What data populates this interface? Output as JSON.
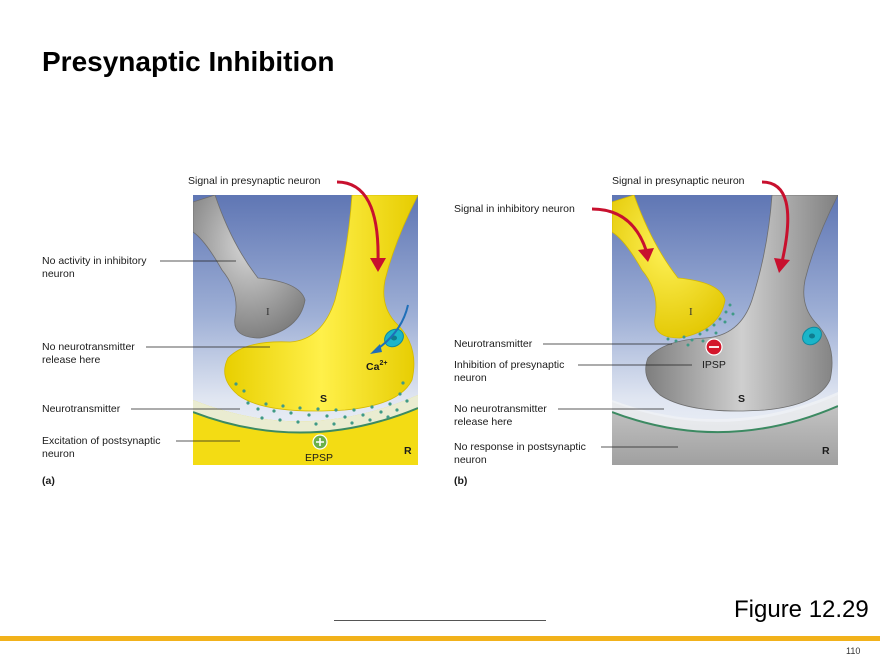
{
  "slide": {
    "title": "Presynaptic Inhibition",
    "figure_label": "Figure 12.29",
    "page_number": "110"
  },
  "panel_a": {
    "letter": "(a)",
    "signal_presynaptic": "Signal in presynaptic neuron",
    "no_activity_line1": "No activity in inhibitory",
    "no_activity_line2": "neuron",
    "no_nt_line1": "No neurotransmitter",
    "no_nt_line2": "release here",
    "neurotransmitter": "Neurotransmitter",
    "excitation_line1": "Excitation of postsynaptic",
    "excitation_line2": "neuron",
    "label_I": "I",
    "label_S": "S",
    "label_R": "R",
    "ca": "Ca",
    "ca_sup": "2+",
    "epsp": "EPSP"
  },
  "panel_b": {
    "letter": "(b)",
    "signal_presynaptic": "Signal in presynaptic neuron",
    "signal_inhibitory": "Signal in inhibitory neuron",
    "neurotransmitter": "Neurotransmitter",
    "inhibition_line1": "Inhibition of presynaptic",
    "inhibition_line2": "neuron",
    "no_nt_line1": "No neurotransmitter",
    "no_nt_line2": "release here",
    "no_response_line1": "No response in postsynaptic",
    "no_response_line2": "neuron",
    "label_I": "I",
    "label_S": "S",
    "label_R": "R",
    "ipsp": "IPSP"
  },
  "colors": {
    "active_neuron": "#f5e11c",
    "inactive_neuron": "#a8a8a8",
    "signal_arrow": "#c8102e",
    "calcium_channel": "#1bb5c9",
    "vesicle": "#4a9a88",
    "epsp_marker": "#6bb04a",
    "ipsp_marker": "#d3162b",
    "footer_bar": "#f2b21b"
  }
}
